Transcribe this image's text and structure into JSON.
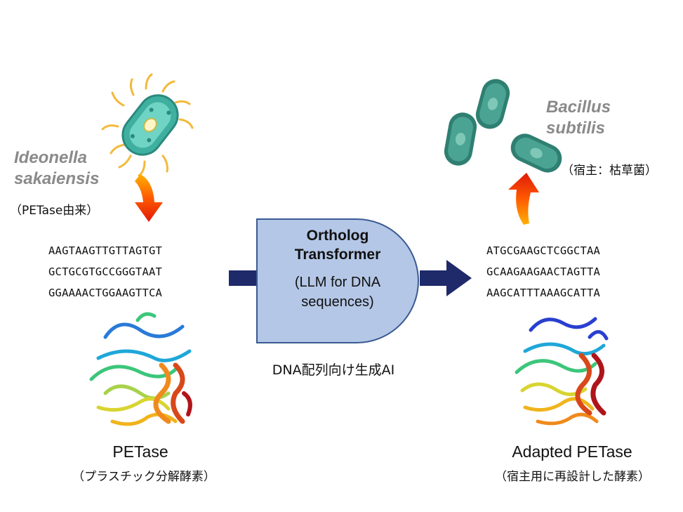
{
  "source": {
    "species_line1": "Ideonella",
    "species_line2": "sakaiensis",
    "origin_note": "（PETase由来）",
    "sequence": [
      "AAGTAAGTTGTTAGTGT",
      "GCTGCGTGCCGGGTAAT",
      "GGAAAACTGGAAGTTCA"
    ],
    "enzyme_name": "PETase",
    "enzyme_note": "（プラスチック分解酵素）"
  },
  "model": {
    "title_line1": "Ortholog",
    "title_line2": "Transformer",
    "subtitle_line1": "(LLM for DNA",
    "subtitle_line2": "sequences)",
    "caption": "DNA配列向け生成AI"
  },
  "target": {
    "species_line1": "Bacillus",
    "species_line2": "subtilis",
    "host_note": "（宿主：枯草菌）",
    "sequence": [
      "ATGCGAAGCTCGGCTAA",
      "GCAAGAAGAACTAGTTA",
      "AAGCATTTAAAGCATTA"
    ],
    "enzyme_name": "Adapted PETase",
    "enzyme_note": "（宿主用に再設計した酵素）"
  },
  "colors": {
    "arrow_blue": "#1f2a6b",
    "transformer_fill": "#b4c7e7",
    "transformer_stroke": "#3a5a92",
    "red_arrow": "#e01a0a",
    "bacteria_teal": "#3fb0a0",
    "bacillus_teal": "#2f7f72"
  }
}
